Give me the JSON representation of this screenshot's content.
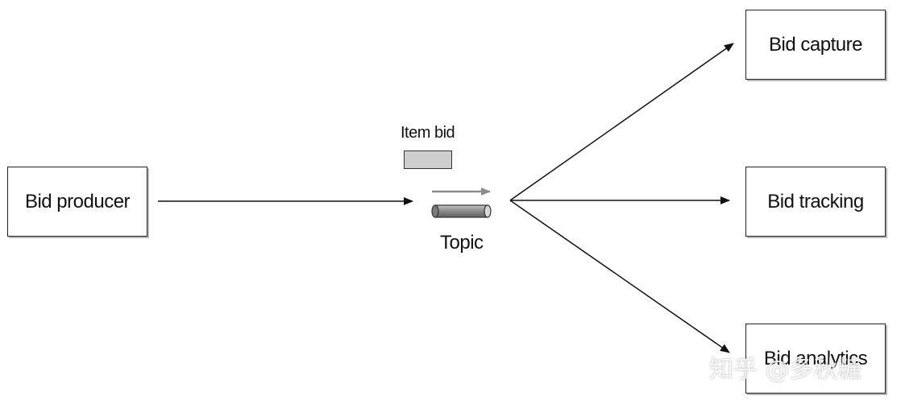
{
  "nodes": {
    "producer": "Bid producer",
    "capture": "Bid capture",
    "tracking": "Bid tracking",
    "analytics": "Bid analytics"
  },
  "message": {
    "label": "Item bid"
  },
  "topic": {
    "label": "Topic"
  },
  "watermark": "知乎 @多秋糖",
  "colors": {
    "line": "#111111",
    "message_fill": "#cfcfcf",
    "flow_arrow": "#8c8c8c",
    "topic_cylinder": "#8a8a8a"
  }
}
